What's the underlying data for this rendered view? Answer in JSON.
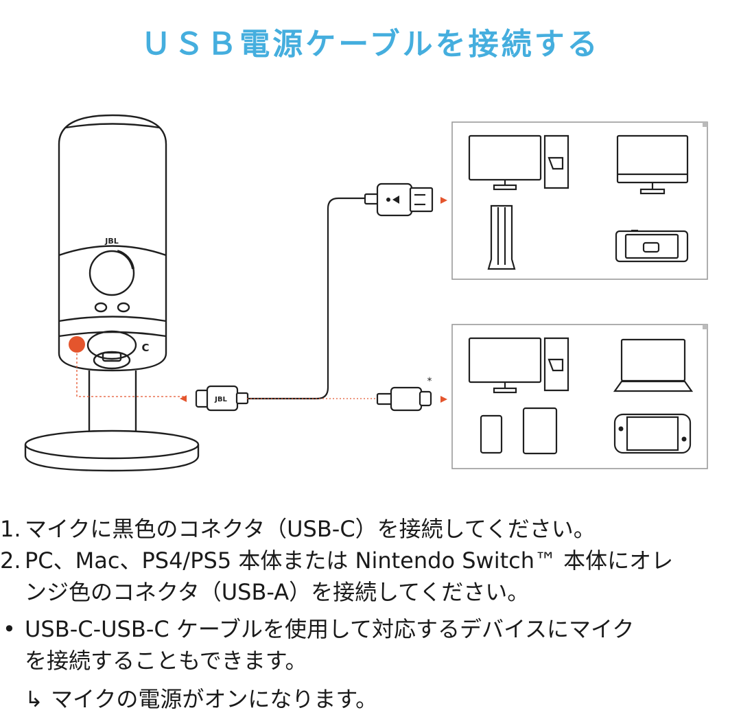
{
  "title": "ＵＳＢ電源ケーブルを接続する",
  "colors": {
    "title": "#45aede",
    "accent_orange": "#e4552d",
    "line": "#1f1f1f",
    "panel_border": "#9a9a9a"
  },
  "diagram": {
    "mic_logo": "JBL",
    "cable_logo": "JBL",
    "asterisk": "*",
    "mic_port_label": "C"
  },
  "instructions": [
    {
      "num": "1.",
      "text": "マイクに黒色のコネクタ（USB-C）を接続してください。"
    },
    {
      "num": "2.",
      "text": "PC、Mac、PS4/PS5 本体または Nintendo Switch™ 本体にオレ",
      "text2": "ンジ色のコネクタ（USB-A）を接続してください。"
    },
    {
      "num": "•",
      "text": "USB-C-USB-C ケーブルを使用して対応するデバイスにマイク",
      "text2": "を接続することもできます。"
    }
  ],
  "result": {
    "arrow": "↳",
    "text": "マイクの電源がオンになります。"
  }
}
